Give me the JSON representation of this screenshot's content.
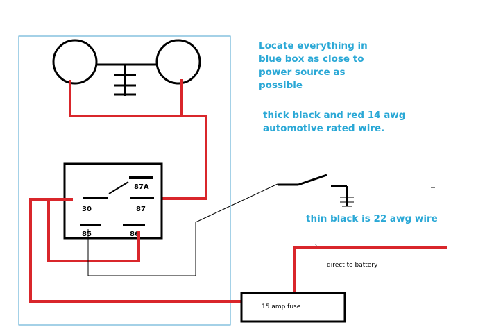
{
  "colors": {
    "wire_power": "#d9262b",
    "wire_signal": "#000000",
    "enclosure_border": "#4aa3cf",
    "note_text": "#2aa8d6",
    "component": "#000000"
  },
  "notes": {
    "locate": "Locate everything in blue box as close to power source as possible",
    "thick_wire": "thick black and red 14 awg automotive rated wire.",
    "thin_wire": "thin black is 22 awg wire"
  },
  "relay": {
    "terminals": {
      "t30": "30",
      "t87": "87",
      "t87a": "87A",
      "t85": "85",
      "t86": "86"
    }
  },
  "fuse": {
    "label": "15 amp fuse"
  },
  "battery": {
    "label": "direct to battery"
  }
}
